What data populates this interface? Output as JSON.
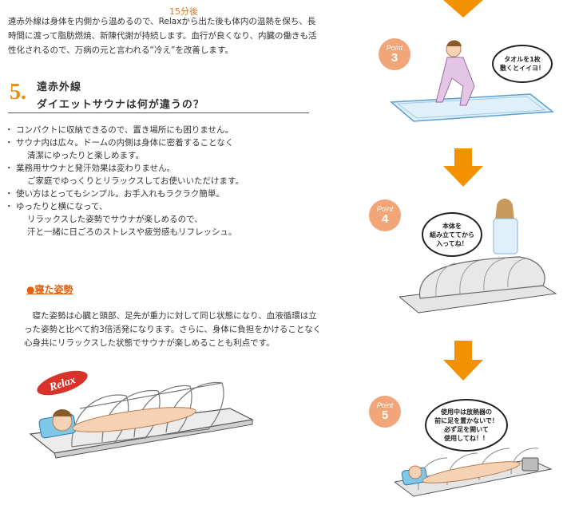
{
  "header": {
    "time_label": "15分後"
  },
  "intro": {
    "text": "遠赤外線は身体を内側から温めるので、Relaxから出た後も体内の温熱を保ち、長時間に渡って脂肪燃焼、新陳代謝が持続します。血行が良くなり、内臓の働きも活性化されるので、万病の元と言われる“冷え”を改善します。"
  },
  "section5": {
    "number": "5.",
    "title_line1": "遠赤外線",
    "title_line2": "ダイエットサウナは何が違うの？",
    "points": [
      {
        "main": "コンパクトに収納できるので、置き場所にも困りません。"
      },
      {
        "main": "サウナ内は広々。ドームの内側は身体に密着することなく",
        "cont": "清潔にゆったりと楽しめます。"
      },
      {
        "main": "業務用サウナと発汗効果は変わりません。",
        "cont": "ご家庭でゆっくりとリラックスしてお使いいただけます。"
      },
      {
        "main": "使い方はとってもシンプル。お手入れもラクラク簡単。"
      },
      {
        "main": "ゆったりと横になって、",
        "cont": "リラックスした姿勢でサウナが楽しめるので、",
        "cont2": "汗と一緒に日ごろのストレスや疲労感もリフレッシュ。"
      }
    ]
  },
  "lying": {
    "heading": "●寝た姿勢",
    "body": "寝た姿勢は心臓と頭部、足先が重力に対して同じ状態になり、血液循環は立った姿勢と比べて約3倍活発になります。さらに、身体に負担をかけることなく心身共にリラックスした状態でサウナが楽しめることも利点です。",
    "relax_logo": "Relax"
  },
  "steps": [
    {
      "label": "Point",
      "number": "3",
      "bubble": "タオルを1枚\n敷くとイイヨ！"
    },
    {
      "label": "Point",
      "number": "4",
      "bubble": "本体を\n組み立ててから\n入ってね！"
    },
    {
      "label": "Point",
      "number": "5",
      "bubble": "使用中は放熱器の\n前に足を置かないで！\n必ず足を開いて\n使用してね！！"
    }
  ],
  "colors": {
    "accent": "#f08c10",
    "arrow": "#f39200",
    "badge": "#f3a57a",
    "subhead": "#e06010"
  }
}
